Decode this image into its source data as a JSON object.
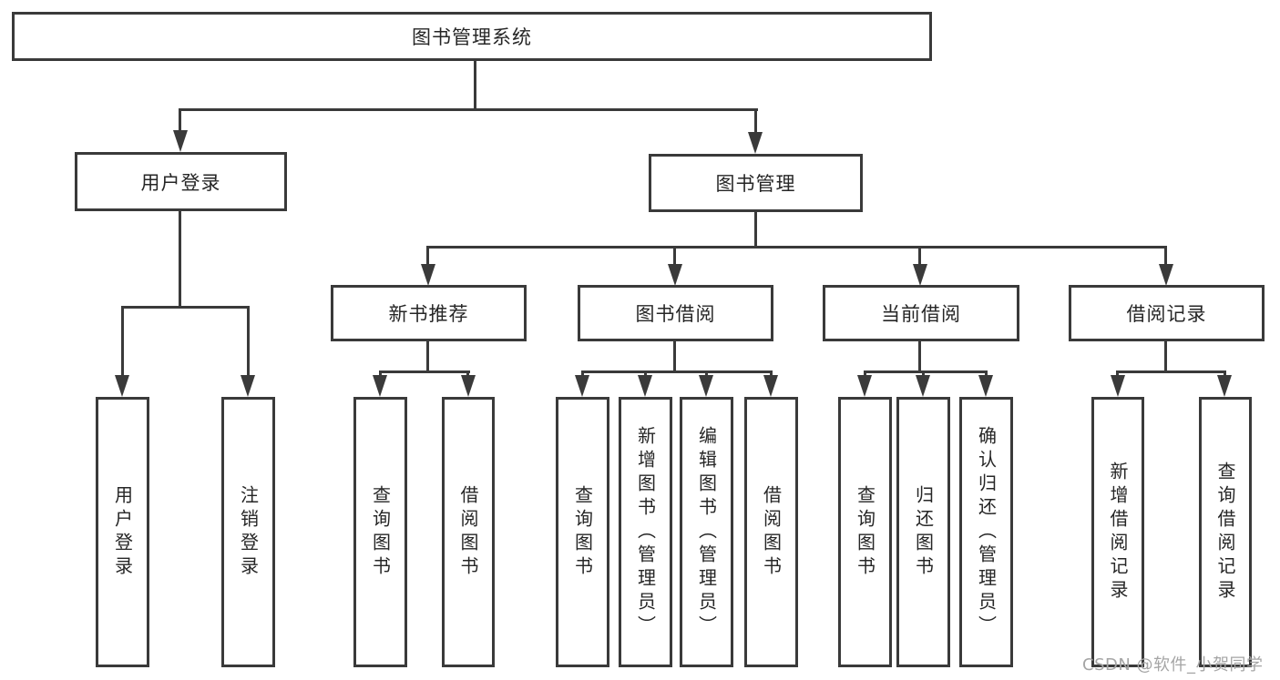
{
  "diagram": {
    "root": {
      "label": "图书管理系统"
    },
    "level1": [
      {
        "label": "用户登录"
      },
      {
        "label": "图书管理"
      }
    ],
    "level2": [
      {
        "label": "新书推荐"
      },
      {
        "label": "图书借阅"
      },
      {
        "label": "当前借阅"
      },
      {
        "label": "借阅记录"
      }
    ],
    "leaves": [
      {
        "label": "用户登录"
      },
      {
        "label": "注销登录"
      },
      {
        "label": "查询图书"
      },
      {
        "label": "借阅图书"
      },
      {
        "label": "查询图书"
      },
      {
        "label": "新增图书（管理员）"
      },
      {
        "label": "编辑图书（管理员）"
      },
      {
        "label": "借阅图书"
      },
      {
        "label": "查询图书"
      },
      {
        "label": "归还图书"
      },
      {
        "label": "确认归还（管理员）"
      },
      {
        "label": "新增借阅记录"
      },
      {
        "label": "查询借阅记录"
      }
    ]
  },
  "watermark": {
    "text": "CSDN @软件_小贺同学",
    "color": "#a5a5a5"
  },
  "colors": {
    "line": "#3a3a3a",
    "text": "#262626",
    "background": "#ffffff"
  }
}
